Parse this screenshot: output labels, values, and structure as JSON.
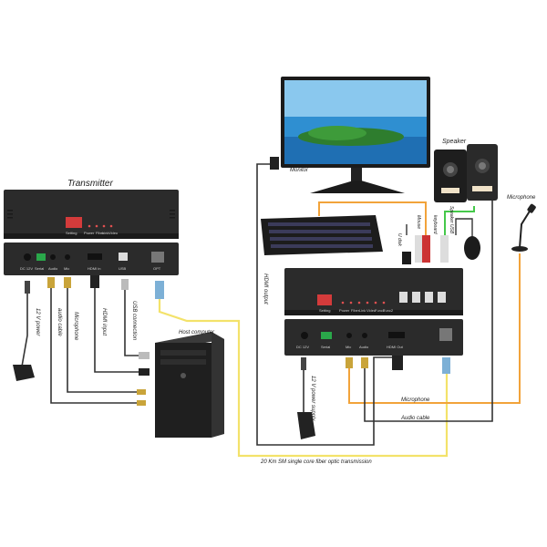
{
  "labels": {
    "transmitter": "Transmitter",
    "monitor": "Monitor",
    "speaker": "Speaker",
    "microphone_top": "Microphone",
    "host_computer": "Host computer",
    "fiber": "20 Km SM single core fiber optic transmission",
    "power_left": "12 V power",
    "audio_cable_left": "audio cable",
    "microphone_left": "Microphone",
    "hdmi_input": "HDMI input",
    "usb_connection": "USB connection",
    "hdmi_output": "HDMI output",
    "power_right": "12 V power supply",
    "microphone_bottom": "Microphone",
    "audio_cable_bottom": "Audio cable",
    "usb_disk": "U disk",
    "mouse": "Mouse",
    "keyboard": "keyboard",
    "speaker_usb": "Speaker USB"
  },
  "tx_ports": {
    "dc": "DC 12V",
    "serial": "Serial",
    "audio": "Audio",
    "mic": "Mic",
    "hdmi": "HDMI in",
    "usb": "USB",
    "opt": "OPT"
  },
  "tx_front": {
    "setting": "Setting",
    "power": "Power",
    "fiber": "Fiber",
    "link": "Link",
    "video": "Video"
  },
  "rx_front": {
    "setting": "Setting",
    "power": "Power",
    "fiber": "Fiber",
    "link": "Link",
    "video": "Video",
    "func1": "Func1",
    "func2": "Func2"
  },
  "rx_ports": {
    "dc": "DC 12V",
    "serial": "Serial",
    "mic": "Mic",
    "audio": "Audio",
    "hdmi": "HDMI Out"
  },
  "colors": {
    "fiber": "#f3e26a",
    "orange": "#f2a33a",
    "green": "#45c84a",
    "cable": "#333333",
    "device": "#2b2b2b"
  }
}
